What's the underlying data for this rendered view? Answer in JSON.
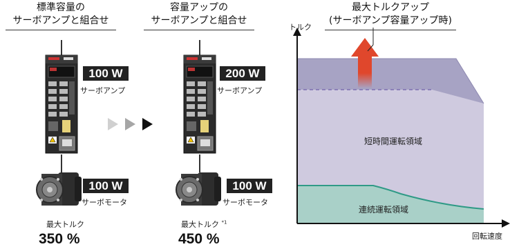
{
  "left_config": {
    "heading_line1": "標準容量の",
    "heading_line2": "サーボアンプと組合せ",
    "amp_badge": "100 W",
    "amp_caption": "サーボアンプ",
    "motor_badge": "100 W",
    "motor_caption": "サーボモータ",
    "torque_label": "最大トルク",
    "torque_value": "350 %"
  },
  "right_config": {
    "heading_line1": "容量アップの",
    "heading_line2": "サーボアンプと組合せ",
    "amp_badge": "200 W",
    "amp_caption": "サーボアンプ",
    "motor_badge": "100 W",
    "motor_caption": "サーボモータ",
    "torque_label": "最大トルク",
    "torque_footnote": "*1",
    "torque_value": "450 %"
  },
  "graph": {
    "title_line1": "最大トルクアップ",
    "title_line2": "(サーボアンプ容量アップ時)",
    "y_axis_label": "トルク",
    "x_axis_label": "回転速度",
    "short_time_region": "短時間運転領域",
    "continuous_region": "連続運転領域"
  },
  "colors": {
    "upper_region": "#a7a3c4",
    "short_region": "#cfcadf",
    "continuous_region": "#a9d0c8",
    "continuous_line": "#2f9a86",
    "arrow": "#e0472c",
    "dashed_line": "#7d6fb0",
    "dark_badge": "#222222"
  },
  "arrows": [
    "play-icon-light",
    "play-icon-medium",
    "play-icon-dark"
  ]
}
